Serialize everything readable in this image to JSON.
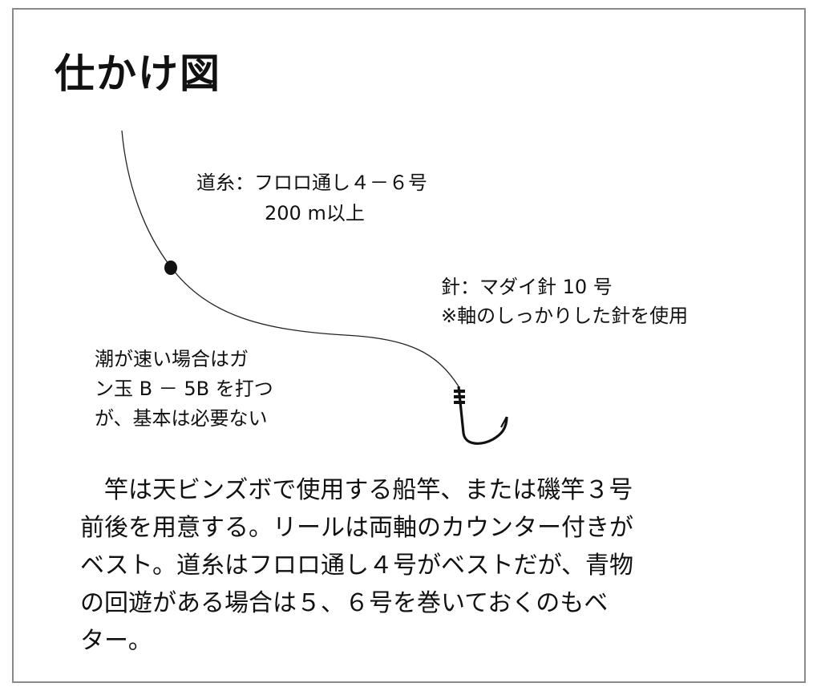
{
  "title": "仕かけ図",
  "labels": {
    "line_main": "道糸：フロロ通し４－６号",
    "line_sub": "200 m以上",
    "hook_main": "針：マダイ針 10 号",
    "hook_sub": "※軸のしっかりした針を使用",
    "sinker_lines": [
      "潮が速い場合はガ",
      "ン玉 B － 5B を打つ",
      "が、基本は必要ない"
    ]
  },
  "paragraph_lines": [
    "　竿は天ビンズボで使用する船竿、または磯竿３号",
    "前後を用意する。リールは両軸のカウンター付きが",
    "ベスト。道糸はフロロ通し４号がベストだが、青物",
    "の回遊がある場合は５、６号を巻いておくのもベ",
    "ター。"
  ]
}
